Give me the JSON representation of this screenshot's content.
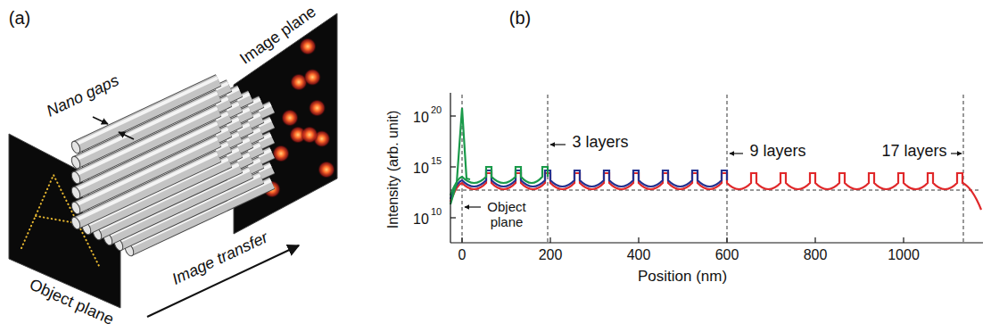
{
  "diagram": {
    "labels": [
      "(a)",
      "(b)",
      "Nano gaps",
      "Image plane",
      "Object plane",
      "Image transfer",
      "Intensity (arb. unit)",
      "10",
      "20",
      "10",
      "15",
      "10",
      "10",
      "0",
      "200",
      "400",
      "600",
      "800",
      "1000",
      "Position (nm)",
      "3 layers",
      "9 layers",
      "17 layers",
      "Object plane"
    ]
  }
}
